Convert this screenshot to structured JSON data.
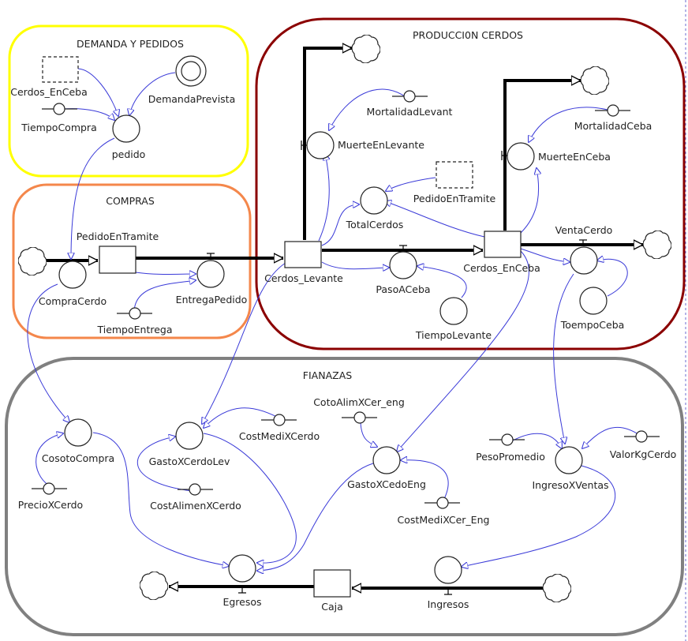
{
  "diagram": {
    "type": "stock-and-flow",
    "sectors": [
      {
        "id": "demanda",
        "title": "DEMANDA Y PEDIDOS",
        "color": "#ffff00"
      },
      {
        "id": "compras",
        "title": "COMPRAS",
        "color": "#f4874b"
      },
      {
        "id": "produccion",
        "title": "PRODUCCI0N CERDOS",
        "color": "#8b0000"
      },
      {
        "id": "finanzas",
        "title": "FIANAZAS",
        "color": "#808080"
      }
    ],
    "link_color": "#3a3ad8",
    "labels": {
      "cerdos_enceba_ghost": "Cerdos_EnCeba",
      "demanda_prevista": "DemandaPrevista",
      "tiempo_compra": "TiempoCompra",
      "pedido": "pedido",
      "pedido_en_tramite": "PedidoEnTramite",
      "compra_cerdo": "CompraCerdo",
      "entrega_pedido": "EntregaPedido",
      "tiempo_entrega": "TiempoEntrega",
      "mortalidad_levant": "MortalidadLevant",
      "muerte_en_levante": "MuerteEnLevante",
      "pedido_en_tramite_ghost": "PedidoEnTramite",
      "total_cerdos": "TotalCerdos",
      "cerdos_levante": "Cerdos_Levante",
      "paso_a_ceba": "PasoACeba",
      "tiempo_levante": "TiempoLevante",
      "cerdos_enceba": "Cerdos_EnCeba",
      "mortalidad_ceba": "MortalidadCeba",
      "muerte_en_ceba": "MuerteEnCeba",
      "venta_cerdo": "VentaCerdo",
      "toempo_ceba": "ToempoCeba",
      "cosoto_compra": "CosotoCompra",
      "precio_x_cerdo": "PrecioXCerdo",
      "gasto_x_cerdo_lev": "GastoXCerdoLev",
      "cost_medi_x_cerdo": "CostMediXCerdo",
      "cost_alimen_x_cerdo": "CostAlimenXCerdo",
      "coto_alim_x_cer_eng": "CotoAlimXCer_eng",
      "gasto_x_cedo_eng": "GastoXCedoEng",
      "cost_medi_x_cer_eng": "CostMediXCer_Eng",
      "peso_promedio": "PesoPromedio",
      "ingreso_x_ventas": "IngresoXVentas",
      "valor_kg_cerdo": "ValorKgCerdo",
      "egresos": "Egresos",
      "caja": "Caja",
      "ingresos": "Ingresos"
    }
  }
}
